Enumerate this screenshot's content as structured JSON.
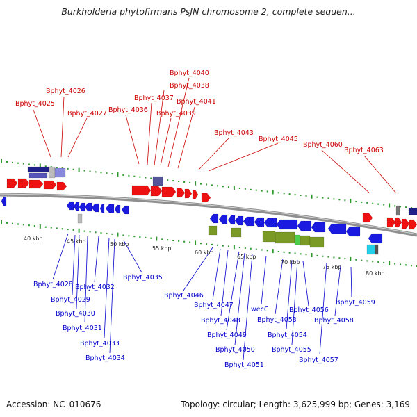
{
  "title": "Burkholderia phytofirmans PsJN chromosome 2, complete sequen...",
  "footer": {
    "accession": "Accession: NC_010676",
    "info": "Topology: circular; Length: 3,625,999 bp; Genes: 3,169"
  },
  "colors": {
    "forward": "#ee1111",
    "reverse": "#1a1ae0",
    "rna": "#7a9a25",
    "backbone": "#8f8f8f",
    "tick": "#2a9a2a",
    "top_label": "#cc0000",
    "bottom_label": "#0000cc",
    "feature_navy": "#1f1f8a",
    "feature_lavender": "#8888dd",
    "feature_grey": "#bbbbbb",
    "feature_cyan": "#22d0e8"
  },
  "scale_labels": [
    "40 kbp",
    "45 kbp",
    "50 kbp",
    "55 kbp",
    "60 kbp",
    "65 kbp",
    "70 kbp",
    "75 kbp",
    "80 kbp"
  ],
  "top_labels": [
    "Bphyt_4025",
    "Bphyt_4026",
    "Bphyt_4027",
    "Bphyt_4036",
    "Bphyt_4037",
    "Bphyt_4038",
    "Bphyt_4039",
    "Bphyt_4040",
    "Bphyt_4041",
    "Bphyt_4043",
    "Bphyt_4045",
    "Bphyt_4060",
    "Bphyt_4063"
  ],
  "bottom_labels": [
    "Bphyt_4028",
    "Bphyt_4029",
    "Bphyt_4030",
    "Bphyt_4031",
    "Bphyt_4032",
    "Bphyt_4033",
    "Bphyt_4034",
    "Bphyt_4035",
    "Bphyt_4046",
    "Bphyt_4047",
    "Bphyt_4048",
    "Bphyt_4049",
    "Bphyt_4050",
    "Bphyt_4051",
    "wecC",
    "Bphyt_4053",
    "Bphyt_4054",
    "Bphyt_4055",
    "Bphyt_4056",
    "Bphyt_4057",
    "Bphyt_4058",
    "Bphyt_4059"
  ]
}
